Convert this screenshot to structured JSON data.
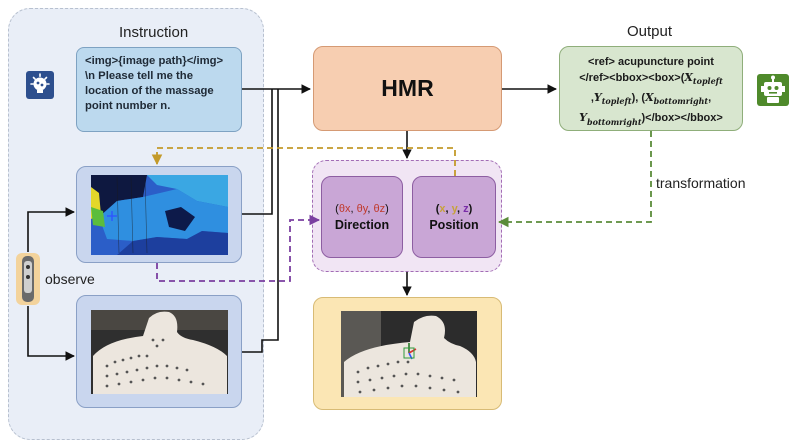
{
  "instruction": {
    "title": "Instruction",
    "prompt": "<img>{image path}</img>\n\\n Please tell me the location of the massage point number n."
  },
  "hmr": {
    "label": "HMR"
  },
  "output": {
    "title": "Output",
    "line1": "<ref> acupuncture point",
    "line2_prefix": "</ref><bbox><box>(",
    "x_topleft": "X",
    "x_topleft_sub": "topleft",
    "y_topleft": "Y",
    "y_topleft_sub": "topleft",
    "mid": "), (",
    "x_bottomright": "X",
    "x_bottomright_sub": "bottomright",
    "y_bottomright": "Y",
    "y_bottomright_sub": "bottomright",
    "suffix": ")</box></bbox>"
  },
  "pose": {
    "direction": {
      "open": "(",
      "sx": "θx",
      "sep1": ", ",
      "sy": "θy",
      "sep2": ", ",
      "sz": "θz",
      "close": ")",
      "label": "Direction"
    },
    "position": {
      "open": "(",
      "sx": "x",
      "sep1": ", ",
      "sy": "y",
      "sep2": ", ",
      "sz": "z",
      "close": ")",
      "label": "Position"
    }
  },
  "labels": {
    "observe": "observe",
    "transformation": "transformation"
  },
  "colors": {
    "x_axis": "#c0392b",
    "y_axis": "#c7a23a",
    "z_axis": "#7a2ea8",
    "gold_arrow": "#c39a2a",
    "purple_arrow": "#7a3fa0",
    "green_arrow": "#5b8c3a"
  },
  "icons": [
    "brain-lightbulb-icon",
    "robot-icon",
    "depth-camera-icon"
  ]
}
